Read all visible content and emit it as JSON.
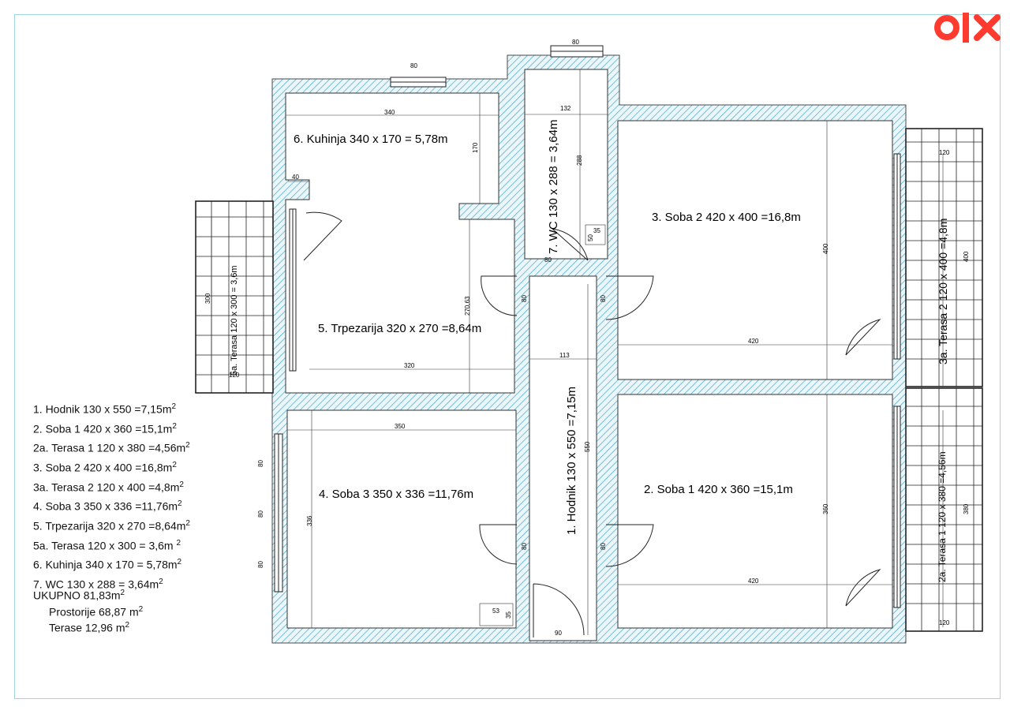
{
  "rooms": {
    "kuhinja": "6. Kuhinja 340 x 170 = 5,78m",
    "wc": "7. WC  130 x 288 = 3,64m",
    "soba2": "3. Soba 2 420 x 400 =16,8m",
    "trpezarija": "5. Trpezarija 320 x 270 =8,64m",
    "hodnik": "1. Hodnik 130 x 550 =7,15m",
    "soba3": "4. Soba 3 350 x 336 =11,76m",
    "soba1": "2. Soba 1 420 x 360 =15,1m",
    "terasa5a": "5a. Terasa 120 x 300 = 3,6m",
    "terasa3a": "3a. Terasa 2 120 x 400 =4,8m",
    "terasa2a": "2a. Terasa 1 120 x 380 =4,56m"
  },
  "dimensions": {
    "win_kuhinja": "80",
    "win_wc": "80",
    "kuhinja_w": "340",
    "kuhinja_h": "170",
    "k40": "40",
    "wc_w": "132",
    "wc_h": "288",
    "wc_door": "80",
    "wc_50": "50",
    "wc_35": "35",
    "soba2_h": "400",
    "soba2_w": "420",
    "door_80a": "80",
    "door_80b": "80",
    "trp_h": "270,63",
    "trp_w": "320",
    "ter5a_h": "300",
    "ter5a_w": "120",
    "hod_w": "113",
    "hod_h": "550",
    "soba3_w": "350",
    "soba3_h": "336",
    "soba3_win1": "80",
    "soba3_win2": "80",
    "soba3_win3": "80",
    "door_80c": "80",
    "door_80d": "80",
    "s3_53": "53",
    "s3_35": "35",
    "entry": "90",
    "soba1_w": "420",
    "soba1_h": "360",
    "ter3a_w": "120",
    "ter3a_h": "400",
    "ter2a_h": "380",
    "ter2a_w": "120"
  },
  "legend": [
    {
      "text": "1. Hodnik 130 x 550 =7,15m",
      "sup": "2"
    },
    {
      "text": "2. Soba 1 420 x 360 =15,1m",
      "sup": "2"
    },
    {
      "text": "2a. Terasa 1 120 x 380 =4,56m",
      "sup": "2"
    },
    {
      "text": "3. Soba 2 420 x 400 =16,8m",
      "sup": "2"
    },
    {
      "text": "3a. Terasa 2 120 x 400 =4,8m",
      "sup": "2"
    },
    {
      "text": "4. Soba 3 350 x 336 =11,76m",
      "sup": "2"
    },
    {
      "text": "5. Trpezarija 320 x 270 =8,64m",
      "sup": "2"
    },
    {
      "text": "5a. Terasa 120 x 300 = 3,6m ",
      "sup": "2"
    },
    {
      "text": "6. Kuhinja 340 x 170 = 5,78m",
      "sup": "2"
    },
    {
      "text": "7. WC  130 x 288 = 3,64m",
      "sup": "2"
    }
  ],
  "totals": {
    "ukupno": "UKUPNO 81,83m",
    "ukupno_sup": "2",
    "prostorije": "Prostorije 68,87 m",
    "prostorije_sup": "2",
    "terase": "Terase 12,96 m",
    "terase_sup": "2"
  },
  "logo": "olx",
  "colors": {
    "wall_hatch": "#4aa9c4",
    "frame": "#9ed3e0",
    "logo": "#ff3b30"
  }
}
